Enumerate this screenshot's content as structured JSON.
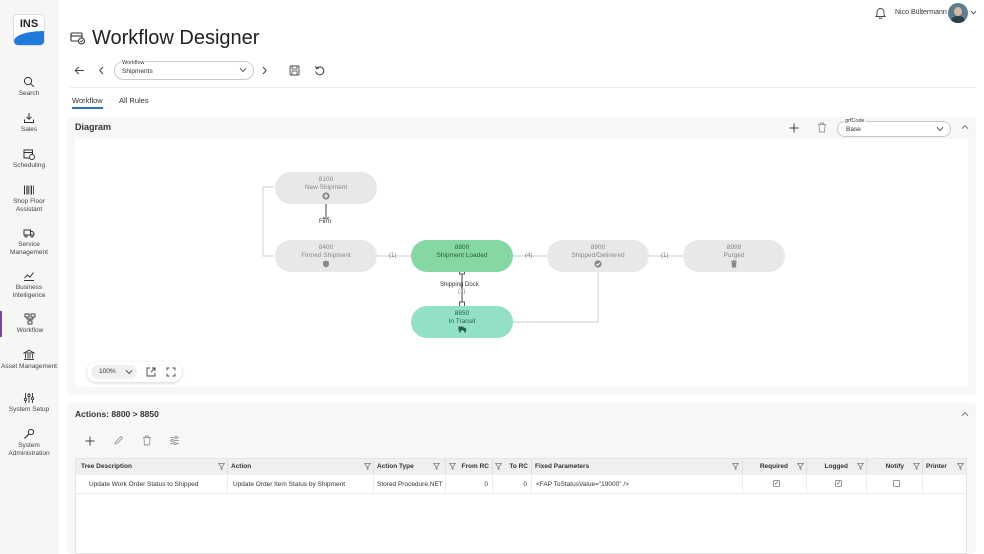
{
  "app": {
    "logo_text": "INS",
    "page_title": "Workflow Designer"
  },
  "sidebar": {
    "items": [
      {
        "label": "Search",
        "icon": "search-icon"
      },
      {
        "label": "Sales",
        "icon": "download-tray-icon"
      },
      {
        "label": "Scheduling",
        "icon": "calendar-clock-icon"
      },
      {
        "label": "Shop Floor Assistant",
        "icon": "barcode-icon"
      },
      {
        "label": "Service Management",
        "icon": "truck-icon"
      },
      {
        "label": "Business Intelligence",
        "icon": "chart-icon"
      },
      {
        "label": "Workflow",
        "icon": "workflow-icon",
        "active": true
      },
      {
        "label": "Asset Management",
        "icon": "bank-icon"
      },
      {
        "label": "System Setup",
        "icon": "sliders-icon"
      },
      {
        "label": "System Administration",
        "icon": "wrench-icon"
      }
    ]
  },
  "user": {
    "name": "Nico Bültermann"
  },
  "toolbar": {
    "workflow_field_label": "Workflow",
    "workflow_value": "Shipments"
  },
  "tabs": [
    {
      "label": "Workflow",
      "active": true
    },
    {
      "label": "All Rules",
      "active": false
    }
  ],
  "diagram": {
    "title": "Diagram",
    "grfcode_label": "grfCode",
    "grfcode_value": "Base",
    "zoom": "100%",
    "nodes": [
      {
        "code": "8100",
        "name": "New Shipment"
      },
      {
        "code": "8400",
        "name": "Firmed Shipment"
      },
      {
        "code": "8800",
        "name": "Shipment Loaded"
      },
      {
        "code": "8900",
        "name": "Shipped/Delivered"
      },
      {
        "code": "8999",
        "name": "Purged"
      },
      {
        "code": "8850",
        "name": "In Transit"
      }
    ],
    "edge_labels": {
      "firm": "Firm",
      "shipping_dock": "Shipping Dock",
      "e_8400_8800": "(1)",
      "e_8800_8900": "(4)",
      "e_8900_8999": "(1)",
      "e_8800_8850": "(1)"
    }
  },
  "actions": {
    "title": "Actions: 8800 > 8850",
    "columns": [
      "Tree Description",
      "Action",
      "Action Type",
      "From RC",
      "To RC",
      "Fixed Parameters",
      "Required",
      "Logged",
      "Notify",
      "Printer"
    ],
    "rows": [
      {
        "tree_description": "Update Work Order Status to Shipped",
        "action": "Update Order Item Status by Shipment",
        "action_type": "Stored Procedure.NET",
        "from_rc": "0",
        "to_rc": "0",
        "fixed_parameters": "<FAP ToStatusValue=\"19000\" />",
        "required": true,
        "logged": true,
        "notify": false
      }
    ]
  },
  "colors": {
    "accent": "#2f6fb5",
    "active_nav": "#7a3fb0",
    "node_loaded": "#86d8a2",
    "node_transit": "#92e0c8",
    "node_default": "#e8e8e8"
  }
}
